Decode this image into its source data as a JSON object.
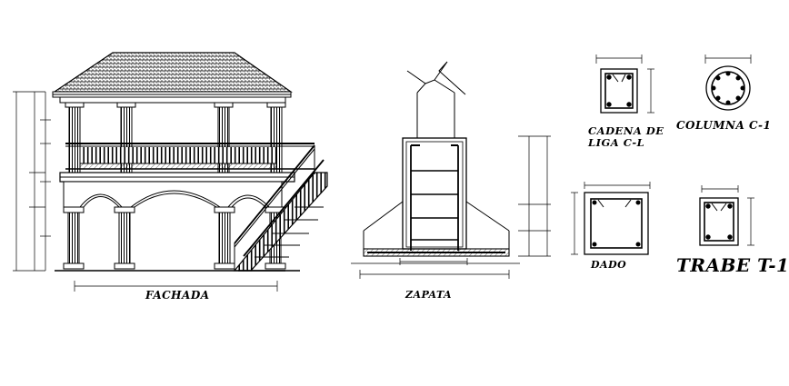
{
  "drawing": {
    "facade": {
      "title": "FACHADA"
    },
    "footing": {
      "title": "ZAPATA"
    },
    "sections": {
      "cadena": {
        "title_line1": "CADENA DE",
        "title_line2": "LIGA C-L"
      },
      "columna": {
        "title": "COLUMNA C-1"
      },
      "dado": {
        "title": "DADO"
      },
      "trabe": {
        "title": "TRABE T-1"
      }
    }
  },
  "colors": {
    "line": "#000000",
    "background": "#ffffff"
  }
}
